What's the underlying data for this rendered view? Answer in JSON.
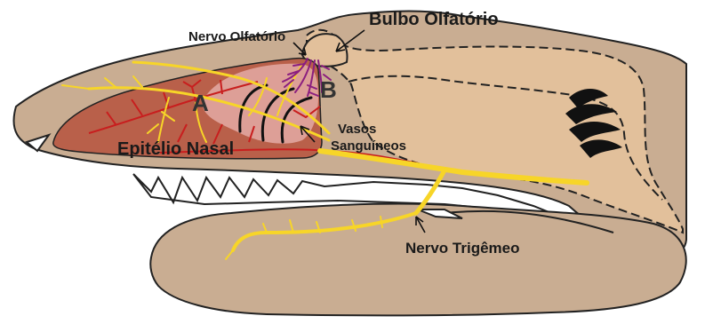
{
  "labels": {
    "bulbo_olfatorio": "Bulbo Olfatório",
    "nervo_olfatorio": "Nervo Olfatório",
    "epitelio_nasal": "Epitélio Nasal",
    "vasos_line1": "Vasos",
    "vasos_line2": "Sanguíneos",
    "nervo_trigemeo": "Nervo Trigêmeo",
    "region_a": "A",
    "region_b": "B"
  },
  "colors": {
    "background": "#ffffff",
    "skull": "#c9ad92",
    "brain": "#e2c09b",
    "nasal_epithelium": "#b9604a",
    "epithelium_highlight": "#e3aaa4",
    "nerve": "#f7d528",
    "olfactory_nerve": "#8b1e7f",
    "blood_vessel": "#c81e1e",
    "outline": "#222222"
  }
}
